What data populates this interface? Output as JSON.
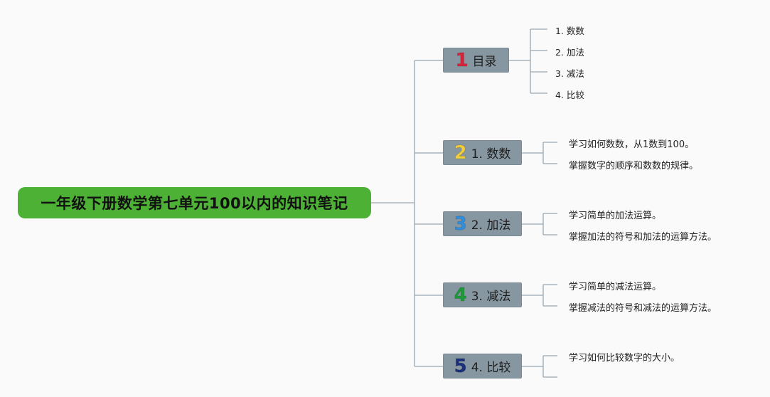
{
  "root": {
    "title": "一年级下册数学第七单元100以内的知识笔记"
  },
  "branches": [
    {
      "number": "1",
      "label": "目录",
      "number_color": "#d8243a",
      "items": [
        "1. 数数",
        "2. 加法",
        "3. 减法",
        "4. 比较"
      ]
    },
    {
      "number": "2",
      "label": "1. 数数",
      "number_color": "#f2cf3a",
      "items": [
        "学习如何数数，从1数到100。",
        "掌握数字的顺序和数数的规律。"
      ]
    },
    {
      "number": "3",
      "label": "2. 加法",
      "number_color": "#2d8fe0",
      "items": [
        "学习简单的加法运算。",
        "掌握加法的符号和加法的运算方法。"
      ]
    },
    {
      "number": "4",
      "label": "3. 减法",
      "number_color": "#1e9a3a",
      "items": [
        "学习简单的减法运算。",
        "掌握减法的符号和减法的运算方法。"
      ]
    },
    {
      "number": "5",
      "label": "4. 比较",
      "number_color": "#1b2f7a",
      "items": [
        "学习如何比较数字的大小。",
        ""
      ]
    }
  ],
  "colors": {
    "root_bg": "#4db135",
    "branch_bg": "#8797a1",
    "line": "#9aa8b2"
  }
}
